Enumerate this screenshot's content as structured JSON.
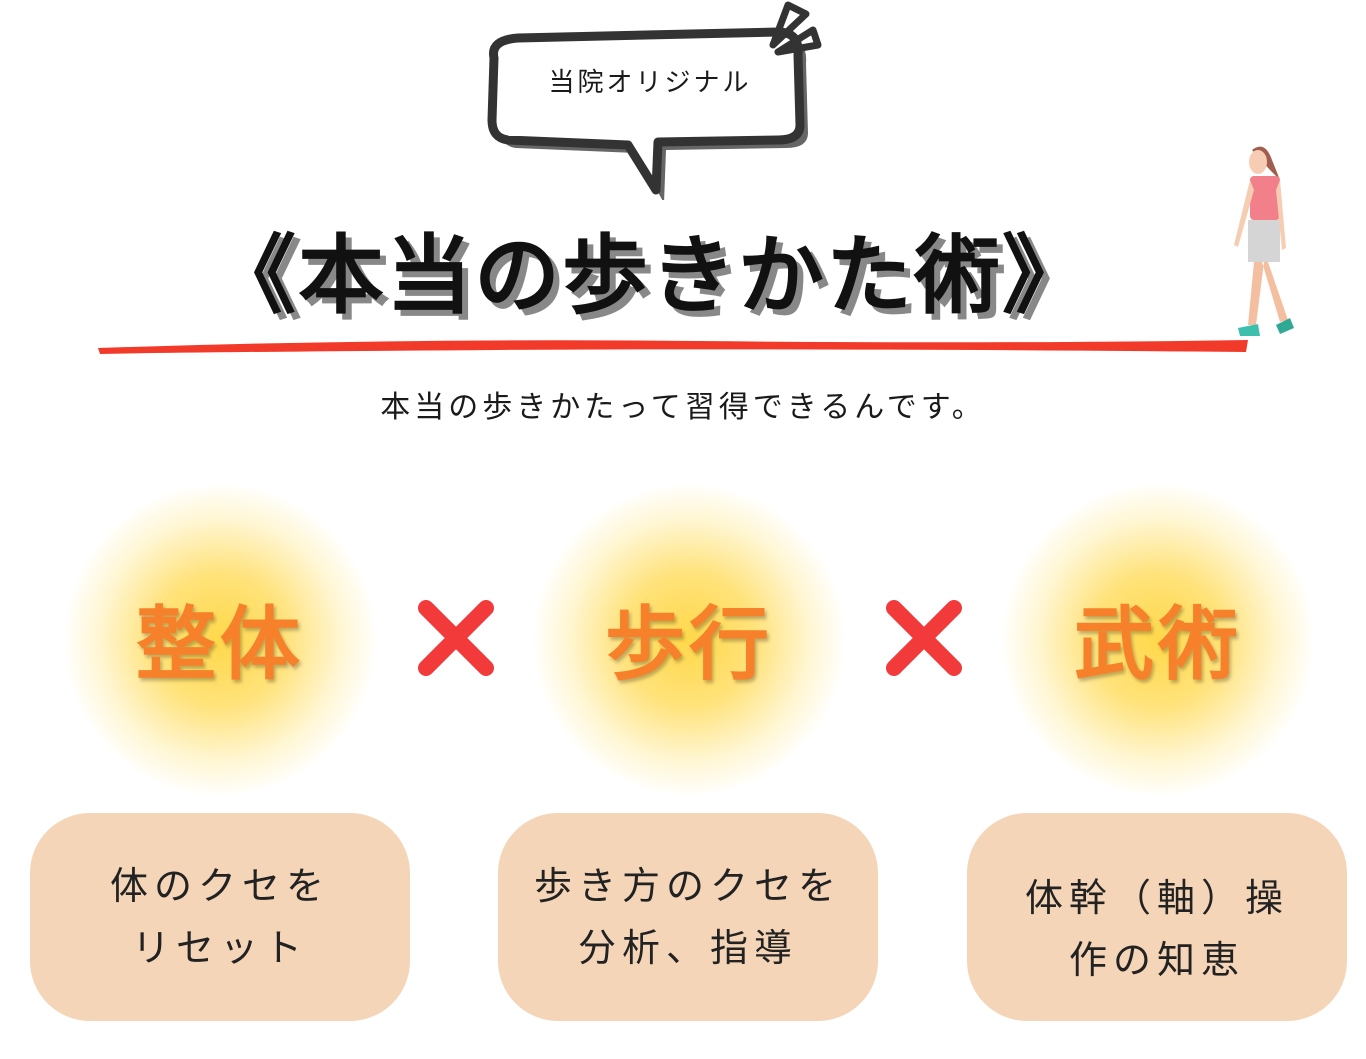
{
  "badge": "当院オリジナル",
  "title": "《本当の歩きかた術》",
  "subtitle": "本当の歩きかたって習得できるんです。",
  "pillars": [
    {
      "word": "整体",
      "line1": "体のクセを",
      "line2": "リセット"
    },
    {
      "word": "歩行",
      "line1": "歩き方のクセを",
      "line2": "分析、指導"
    },
    {
      "word": "武術",
      "line1": "体幹（軸）操",
      "line2": "作の知恵"
    }
  ],
  "colors": {
    "accent": "#f7812b",
    "cross": "#f23a3a",
    "box": "#f5d5b8",
    "underline": "#f23a2a"
  }
}
